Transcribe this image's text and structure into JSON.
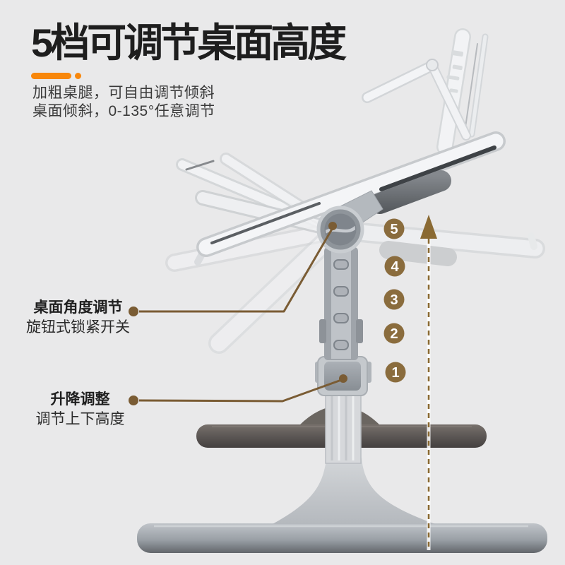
{
  "header": {
    "title": "5档可调节桌面高度",
    "subtitle1": "加粗桌腿，可自由调节倾斜",
    "subtitle2": "桌面倾斜，0-135°任意调节",
    "accent_color": "#F8870B"
  },
  "callouts": {
    "angle": {
      "title": "桌面角度调节",
      "desc": "旋钮式锁紧开关"
    },
    "lift": {
      "title": "升降调整",
      "desc": "调节上下高度"
    }
  },
  "levels": {
    "values": [
      "5",
      "4",
      "3",
      "2",
      "1"
    ],
    "badge_color": "#8a6c3d"
  },
  "annotation_color": "#7a5c34",
  "guide_arrow_color": "#8a6a33",
  "background_color": "#e9e9ea"
}
